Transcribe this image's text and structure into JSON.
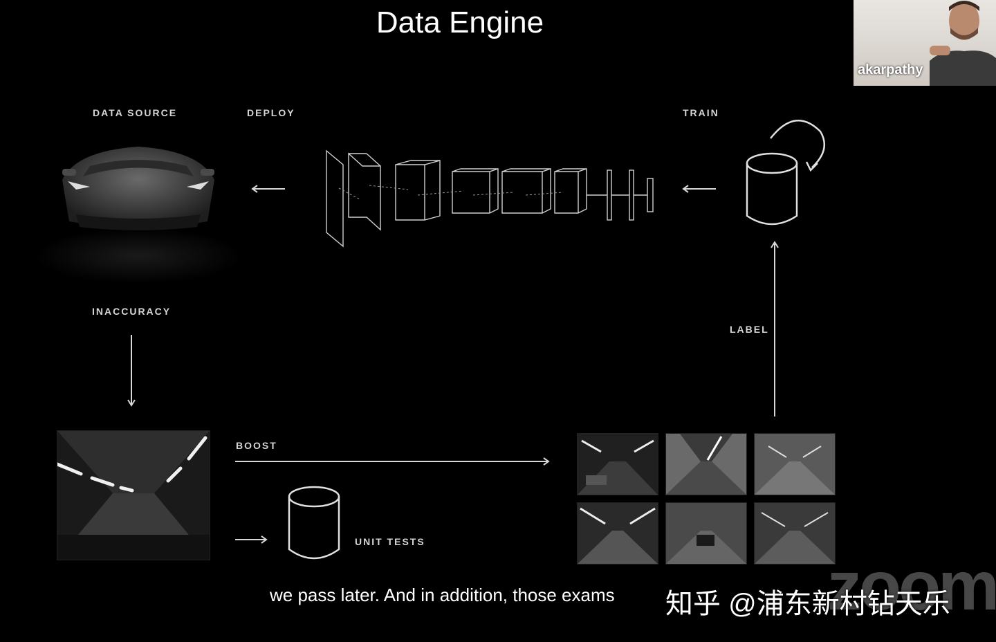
{
  "slide": {
    "title": "Data Engine",
    "labels": {
      "data_source": "DATA SOURCE",
      "deploy": "DEPLOY",
      "train": "TRAIN",
      "inaccuracy": "INACCURACY",
      "label": "LABEL",
      "boost": "BOOST",
      "unit_tests": "UNIT TESTS"
    }
  },
  "participant": {
    "name": "akarpathy"
  },
  "caption": "we pass later. And in addition, those exams",
  "watermark": {
    "site": "知乎 @浦东新村钻天乐",
    "app": "zoom"
  },
  "colors": {
    "background": "#000000",
    "line": "#d8d8d8"
  }
}
